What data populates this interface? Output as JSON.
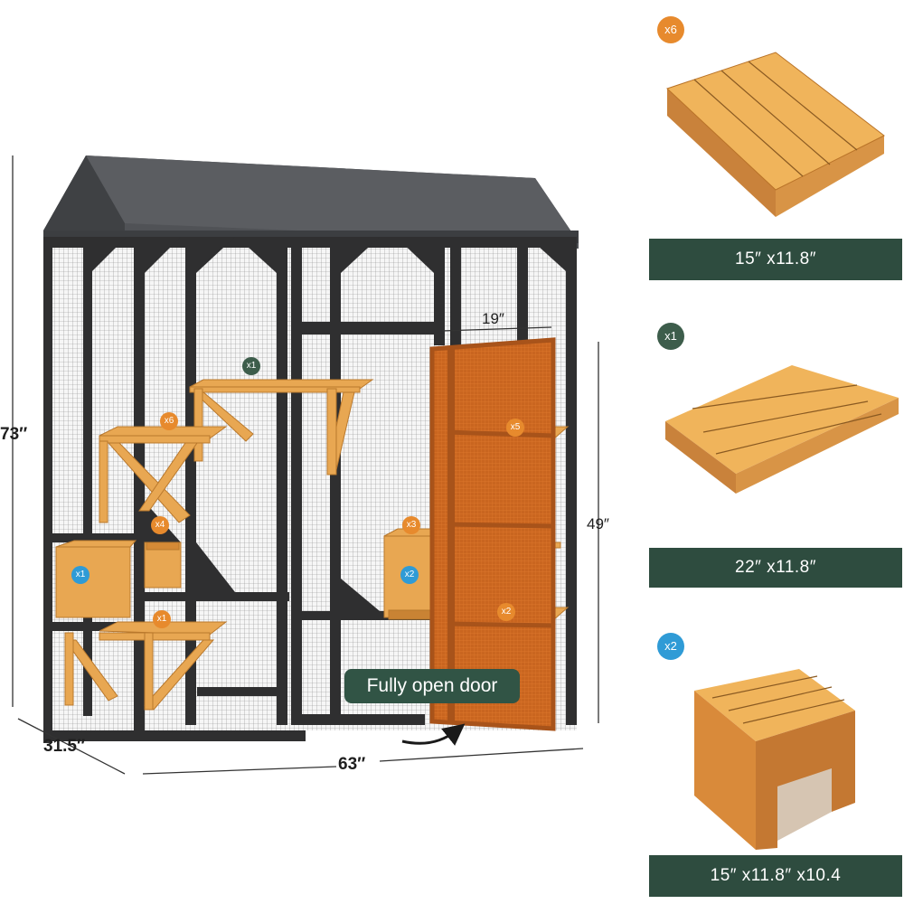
{
  "colors": {
    "panel_label_bg": "#2e4c3f",
    "badge_orange": "#e78a2d",
    "badge_green": "#3d5d4b",
    "badge_blue": "#2f9bd6",
    "wood": "#e8a752",
    "frame": "#2f2f30",
    "roof": "#4b4d50"
  },
  "dimensions": {
    "height": "73″",
    "depth": "31.5″",
    "width": "63″",
    "door_height": "49″",
    "door_width": "19″"
  },
  "door_callout": "Fully open door",
  "cage_tags": [
    {
      "text": "x1",
      "color": "green"
    },
    {
      "text": "x6",
      "color": "orange"
    },
    {
      "text": "x4",
      "color": "orange"
    },
    {
      "text": "x1",
      "color": "blue"
    },
    {
      "text": "x1",
      "color": "orange"
    },
    {
      "text": "x5",
      "color": "orange"
    },
    {
      "text": "x3",
      "color": "orange"
    },
    {
      "text": "x2",
      "color": "blue"
    },
    {
      "text": "x2",
      "color": "orange"
    }
  ],
  "parts": [
    {
      "badge": "x6",
      "badge_color": "orange",
      "icon": "small-platform-icon",
      "size": "15″  x11.8″"
    },
    {
      "badge": "x1",
      "badge_color": "green",
      "icon": "large-platform-icon",
      "size": "22″  x11.8″"
    },
    {
      "badge": "x2",
      "badge_color": "blue",
      "icon": "step-box-icon",
      "size": "15″  x11.8″  x10.4"
    }
  ]
}
